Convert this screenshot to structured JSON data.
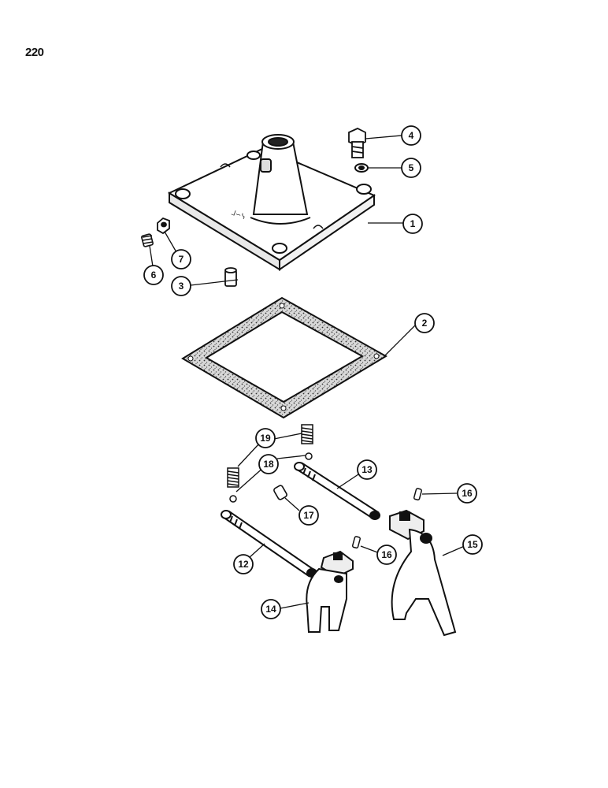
{
  "page": {
    "number": "220"
  },
  "callouts": [
    {
      "id": "c1",
      "label": "1"
    },
    {
      "id": "c2",
      "label": "2"
    },
    {
      "id": "c3",
      "label": "3"
    },
    {
      "id": "c4",
      "label": "4"
    },
    {
      "id": "c5",
      "label": "5"
    },
    {
      "id": "c6",
      "label": "6"
    },
    {
      "id": "c7",
      "label": "7"
    },
    {
      "id": "c12",
      "label": "12"
    },
    {
      "id": "c13",
      "label": "13"
    },
    {
      "id": "c14",
      "label": "14"
    },
    {
      "id": "c15",
      "label": "15"
    },
    {
      "id": "c16a",
      "label": "16"
    },
    {
      "id": "c16b",
      "label": "16"
    },
    {
      "id": "c17",
      "label": "17"
    },
    {
      "id": "c18",
      "label": "18"
    },
    {
      "id": "c19",
      "label": "19"
    }
  ]
}
